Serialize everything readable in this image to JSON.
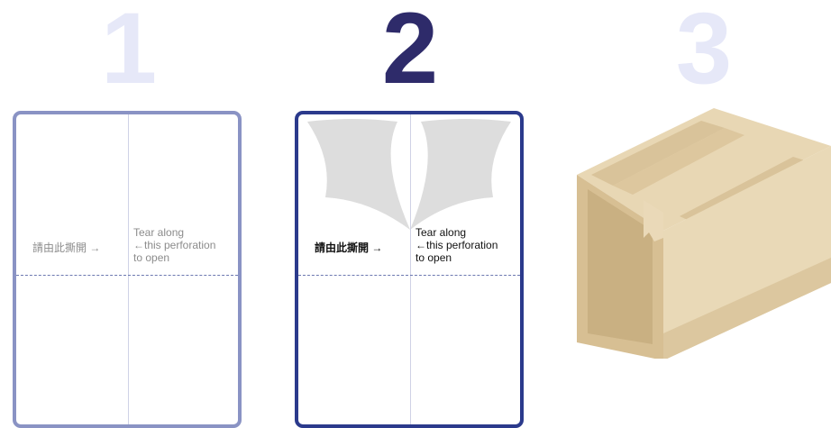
{
  "steps": [
    {
      "number": "1",
      "color": "#e6e8f8"
    },
    {
      "number": "2",
      "color": "#2e2b6a"
    },
    {
      "number": "3",
      "color": "#e6e8f8"
    }
  ],
  "card": {
    "zh_label": "請由此撕開 →",
    "en_line_1": "Tear along",
    "en_line_2": "←this perforation",
    "en_line_3": "to open"
  },
  "colors": {
    "panel_1_border": "#8a93c4",
    "panel_2_border": "#2b3a8c",
    "flap": "#dddddd",
    "box_light": "#ead9b8",
    "box_mid": "#d8c196",
    "box_dark": "#c9b082"
  },
  "icons": {
    "step_3_illustration": "cardboard-box-icon"
  }
}
